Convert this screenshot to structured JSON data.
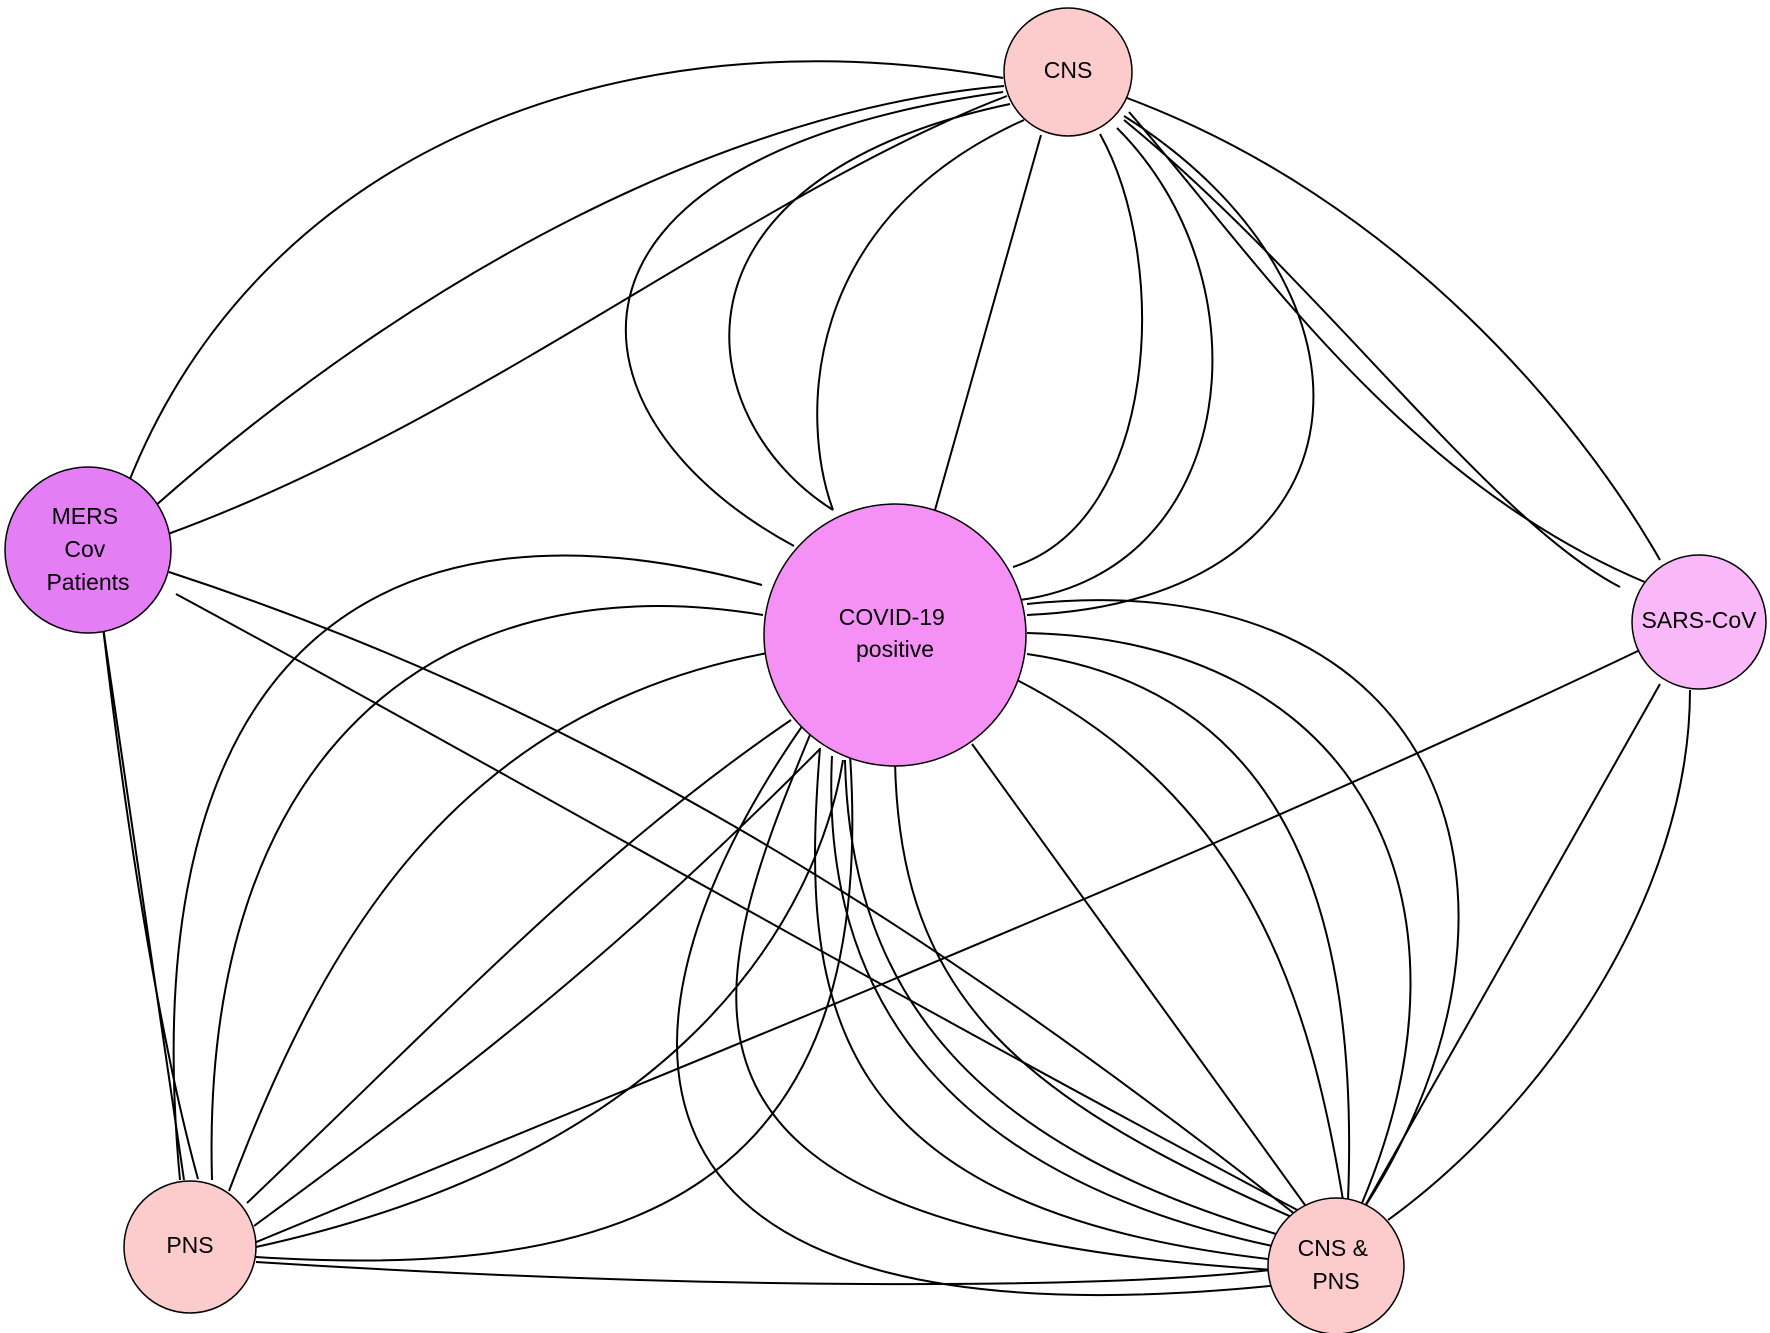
{
  "diagram": {
    "nodes": {
      "cns": {
        "lines": [
          "CNS"
        ],
        "color": "#fccccc"
      },
      "mers": {
        "lines": [
          "MERS",
          "Cov",
          "Patients"
        ],
        "color": "#e47ef5"
      },
      "covid": {
        "lines": [
          "COVID-19",
          "positive"
        ],
        "color": "#f590f5"
      },
      "sars": {
        "lines": [
          "SARS-CoV"
        ],
        "color": "#f9b9f9"
      },
      "pns": {
        "lines": [
          "PNS"
        ],
        "color": "#fccccc"
      },
      "cnspns": {
        "lines": [
          "CNS &",
          "PNS"
        ],
        "color": "#fccccc"
      }
    }
  }
}
